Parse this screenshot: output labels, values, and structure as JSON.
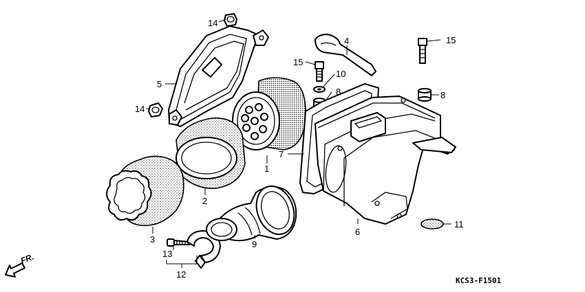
{
  "callouts": {
    "c1": "1",
    "c2": "2",
    "c3": "3",
    "c4": "4",
    "c5": "5",
    "c6": "6",
    "c7": "7",
    "c8a": "8",
    "c8b": "8",
    "c9": "9",
    "c10": "10",
    "c11": "11",
    "c12": "12",
    "c13": "13",
    "c14a": "14",
    "c14b": "14",
    "c15a": "15",
    "c15b": "15"
  },
  "direction_label": "FR.",
  "figure_code": "KCS3-F1501"
}
